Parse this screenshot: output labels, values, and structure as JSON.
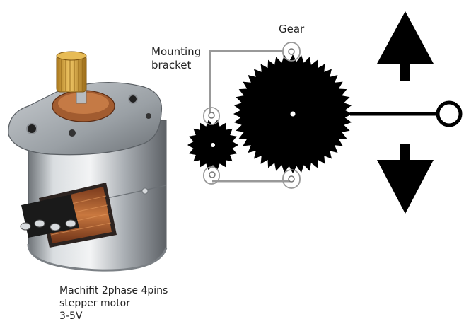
{
  "labels": {
    "gear": "Gear",
    "mounting_bracket": [
      "Mounting",
      "bracket"
    ],
    "motor": [
      "Machifit 2phase 4pins",
      "stepper motor",
      "3-5V"
    ]
  },
  "colors": {
    "background": "#ffffff",
    "ink": "#000000",
    "bracket": "#999999",
    "text": "#222222",
    "motor_body": "#b9bdc1",
    "copper": "#b5653a",
    "pinion_brass": "#d4a53a"
  },
  "icons": {
    "up_arrow": "arrow-up-icon",
    "down_arrow": "arrow-down-icon",
    "output_terminal": "ring-terminal-icon"
  }
}
